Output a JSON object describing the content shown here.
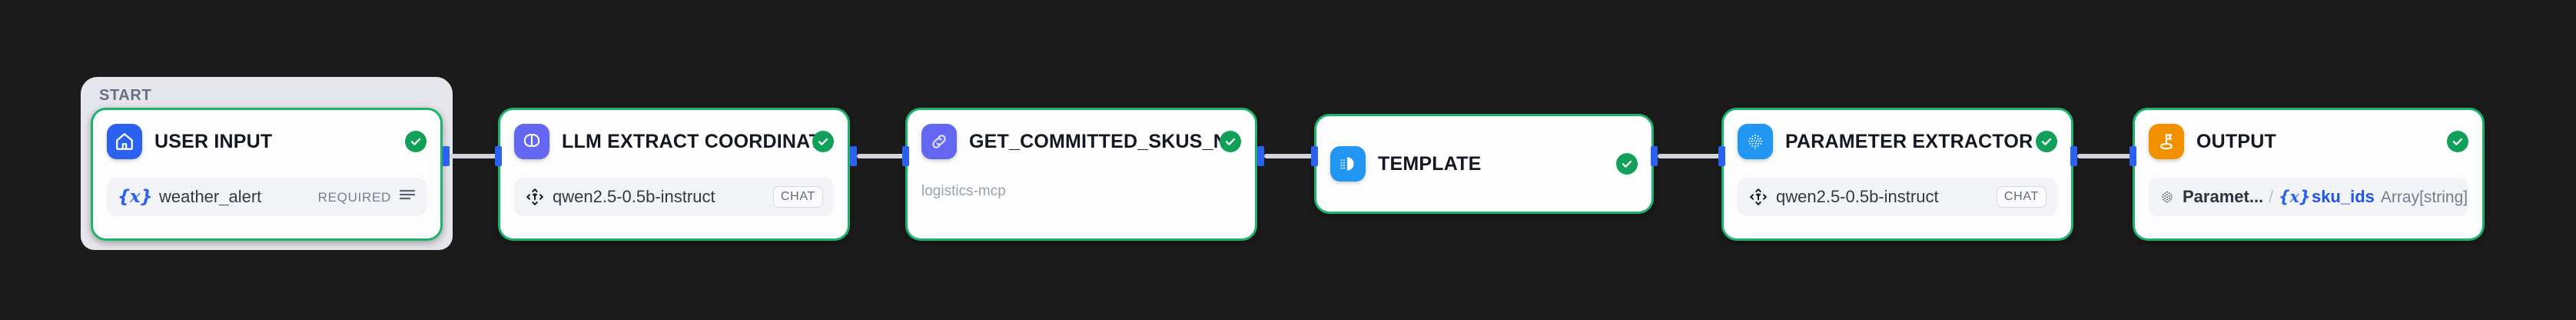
{
  "canvas": {
    "background": "#1b1b1b",
    "accent_selected": "#1cb36c",
    "handle_color": "#2b61ef",
    "edge_color": "#d2d5dd",
    "status_badge_color": "#11a05a"
  },
  "start_container": {
    "label": "START"
  },
  "nodes": [
    {
      "id": "user-input",
      "title": "USER INPUT",
      "icon": "home-icon",
      "icon_color": "#2b61ef",
      "status": "success",
      "sub": {
        "kind": "variable",
        "icon": "variable-braces-icon",
        "text": "weather_alert",
        "tag": "REQUIRED",
        "trailing_icon": "paragraph-lines-icon"
      }
    },
    {
      "id": "llm-extract-coordinate",
      "title": "LLM EXTRACT COORDINATE",
      "icon": "brain-icon",
      "icon_color": "#6366f1",
      "status": "success",
      "sub": {
        "kind": "model",
        "icon": "model-node-icon",
        "text": "qwen2.5-0.5b-instruct",
        "tag": "CHAT"
      }
    },
    {
      "id": "get-committed-skus-nearby",
      "title": "GET_COMMITTED_SKUS_NEA",
      "icon": "link-chain-icon",
      "icon_color": "#6366f1",
      "status": "success",
      "sub": {
        "kind": "provider",
        "text": "logistics-mcp"
      }
    },
    {
      "id": "template",
      "title": "TEMPLATE",
      "icon": "template-icon",
      "icon_color": "#2196f3",
      "status": "success",
      "sub": null
    },
    {
      "id": "parameter-extractor",
      "title": "PARAMETER EXTRACTOR",
      "icon": "parameter-dots-icon",
      "icon_color": "#2196f3",
      "status": "success",
      "sub": {
        "kind": "model",
        "icon": "model-node-icon",
        "text": "qwen2.5-0.5b-instruct",
        "tag": "CHAT"
      }
    },
    {
      "id": "output",
      "title": "OUTPUT",
      "icon": "golf-flag-icon",
      "icon_color": "#f29100",
      "status": "success",
      "sub": {
        "kind": "output-var",
        "icon": "parameter-dots-small-icon",
        "source": "Paramet...",
        "separator": "/",
        "var_prefix": "{x}",
        "var_name": "sku_ids",
        "var_type": "Array[string]"
      }
    }
  ],
  "edges": [
    {
      "from": "user-input",
      "to": "llm-extract-coordinate"
    },
    {
      "from": "llm-extract-coordinate",
      "to": "get-committed-skus-nearby"
    },
    {
      "from": "get-committed-skus-nearby",
      "to": "template"
    },
    {
      "from": "template",
      "to": "parameter-extractor"
    },
    {
      "from": "parameter-extractor",
      "to": "output"
    }
  ]
}
